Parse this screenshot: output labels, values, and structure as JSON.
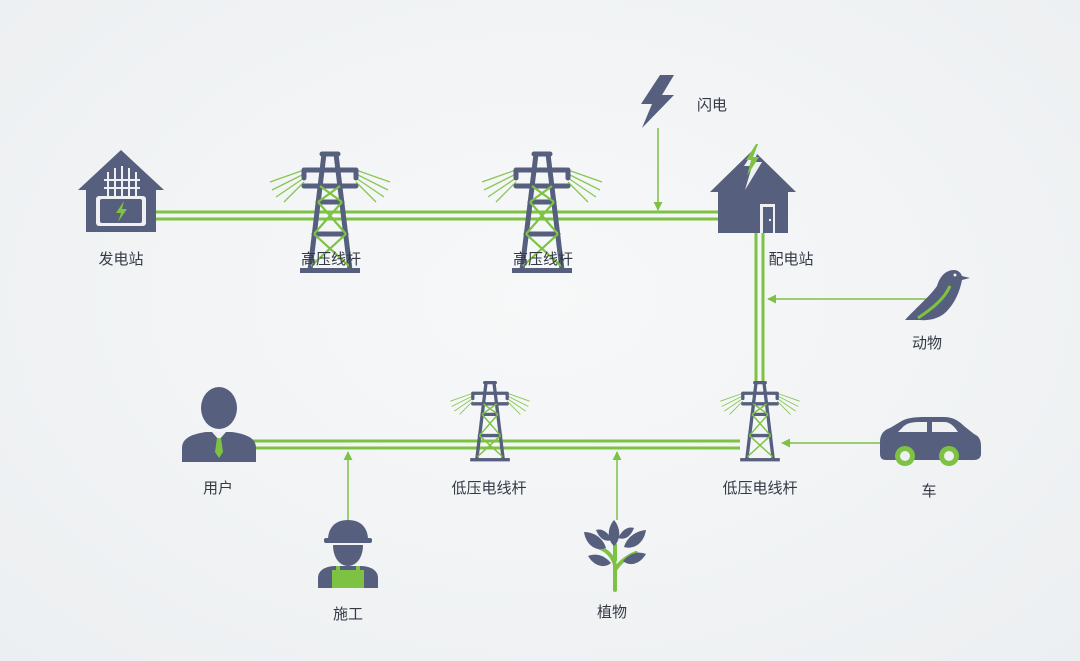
{
  "colors": {
    "line": "#7dc242",
    "icon": "#565f7e",
    "accent": "#7dc242",
    "text": "#333a45",
    "background": "#eef0f2"
  },
  "nodes": {
    "power_plant": {
      "label": "发电站",
      "icon": "power-plant-icon"
    },
    "hv_tower_1": {
      "label": "高压线杆",
      "icon": "transmission-tower-icon"
    },
    "hv_tower_2": {
      "label": "高压线杆",
      "icon": "transmission-tower-icon"
    },
    "substation": {
      "label": "配电站",
      "icon": "substation-icon"
    },
    "lv_tower_right": {
      "label": "低压电线杆",
      "icon": "transmission-tower-icon"
    },
    "lv_tower_left": {
      "label": "低压电线杆",
      "icon": "transmission-tower-icon"
    },
    "user": {
      "label": "用户",
      "icon": "user-icon"
    }
  },
  "hazards": {
    "lightning": {
      "label": "闪电",
      "icon": "lightning-icon"
    },
    "animal": {
      "label": "动物",
      "icon": "bird-icon"
    },
    "vehicle": {
      "label": "车",
      "icon": "car-icon"
    },
    "plant": {
      "label": "植物",
      "icon": "tree-icon"
    },
    "construction": {
      "label": "施工",
      "icon": "worker-icon"
    }
  }
}
